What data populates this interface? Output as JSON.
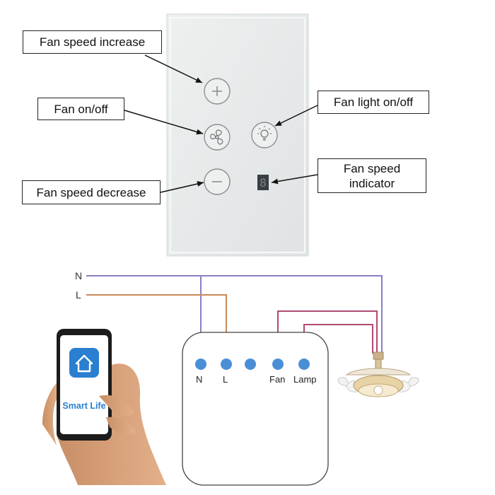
{
  "callouts": {
    "speed_up": "Fan speed increase",
    "on_off": "Fan on/off",
    "light": "Fan light on/off",
    "speed_down": "Fan speed decrease",
    "indicator": "Fan speed indicator"
  },
  "wires": {
    "neutral": "N",
    "live": "L"
  },
  "terminals": {
    "n": "N",
    "l": "L",
    "fan": "Fan",
    "lamp": "Lamp"
  },
  "phone": {
    "app_name": "Smart Life"
  },
  "display": {
    "digit": "8"
  },
  "colors": {
    "neutral_wire": "#8b7fc4",
    "live_wire": "#c98a5a",
    "fan_wire": "#b04a73",
    "lamp_wire": "#b04a73",
    "terminal": "#4a8fd6",
    "app_brand": "#2a7fd0"
  },
  "icons": [
    "plus-icon",
    "fan-icon",
    "bulb-icon",
    "minus-icon",
    "home-icon"
  ]
}
